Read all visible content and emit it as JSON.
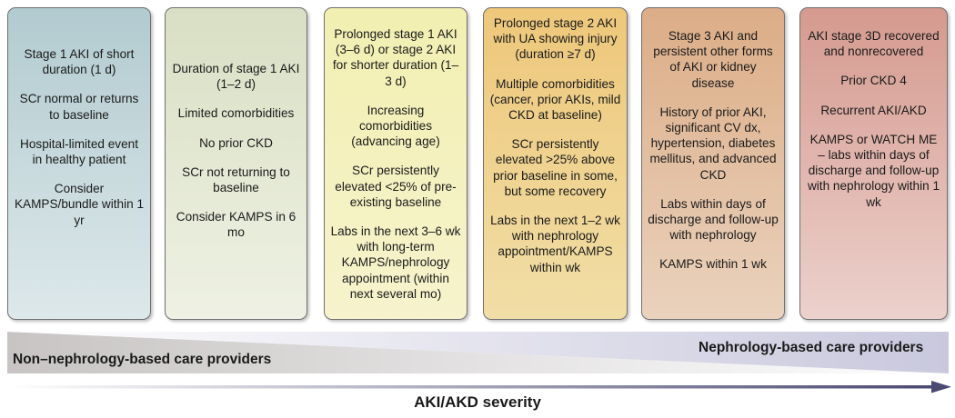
{
  "stages": [
    {
      "lines": [
        "Stage 1 AKI of short duration (1 d)",
        "SCr normal or returns to baseline",
        "Hospital-limited event in healthy patient",
        "Consider KAMPS/bundle within 1 yr"
      ]
    },
    {
      "lines": [
        "Duration of stage 1 AKI (1–2 d)",
        "Limited comorbidities",
        "No prior CKD",
        "SCr not returning to baseline",
        "Consider KAMPS in 6 mo"
      ]
    },
    {
      "lines": [
        "Prolonged stage 1 AKI (3–6 d) or stage 2 AKI for shorter duration (1–3 d)",
        "Increasing comorbidities (advancing age)",
        "SCr persistently elevated <25% of pre-existing baseline",
        "Labs in the next 3–6 wk with long-term KAMPS/nephrology appointment (within next several mo)"
      ]
    },
    {
      "lines": [
        "Prolonged stage 2 AKI with UA showing injury (duration ≥7 d)",
        "Multiple comorbidities (cancer, prior AKIs, mild CKD at baseline)",
        "SCr persistently elevated >25% above prior baseline in some, but some recovery",
        "Labs in the next 1–2 wk with nephrology appointment/KAMPS within wk"
      ]
    },
    {
      "lines": [
        "Stage 3 AKI and persistent other forms of AKI or kidney disease",
        "History of prior AKI, significant CV dx, hypertension, diabetes mellitus, and advanced CKD",
        "Labs within days of discharge and follow-up with nephrology",
        "KAMPS within 1 wk"
      ]
    },
    {
      "lines": [
        "AKI stage 3D recovered and nonrecovered",
        "Prior CKD 4",
        "Recurrent AKI/AKD",
        "KAMPS or WATCH ME – labs within days of discharge and follow-up with nephrology within 1 wk"
      ]
    }
  ],
  "care": {
    "left_label": "Non–nephrology-based care providers",
    "right_label": "Nephrology-based care providers"
  },
  "axis": {
    "label": "AKI/AKD severity"
  },
  "colors": {
    "band_left": "#c8c4c4",
    "band_right": "#c9c8dd",
    "arrow": "#4a4a72"
  }
}
